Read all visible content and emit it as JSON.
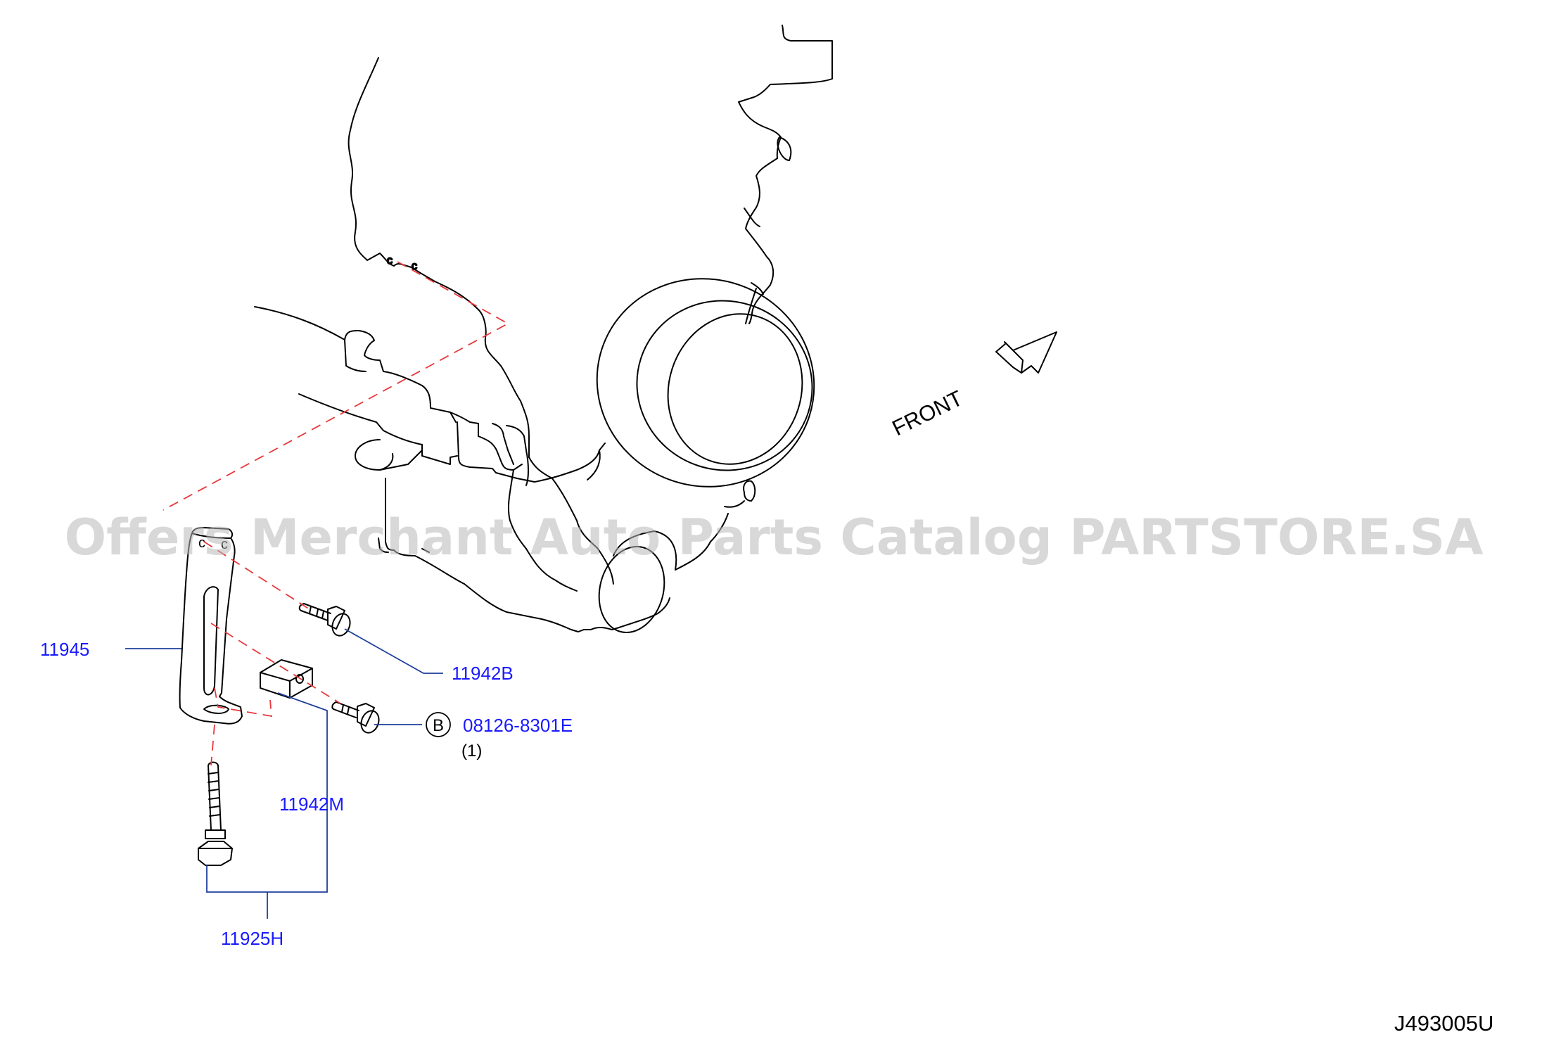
{
  "watermark": "Offers Merchant Auto Parts Catalog PARTSTORE.SA",
  "diagram_id": "J493005U",
  "front_label": "FRONT",
  "parts": [
    {
      "id": "p1",
      "number": "11945"
    },
    {
      "id": "p2",
      "number": "11942B"
    },
    {
      "id": "p3",
      "number": "08126-8301E",
      "marker": "B",
      "qty": "(1)"
    },
    {
      "id": "p4",
      "number": "11942M"
    },
    {
      "id": "p5",
      "number": "11925H"
    }
  ],
  "colors": {
    "label": "#1a1aff",
    "leader": "#1f3f9c",
    "dashed_guide": "#e8383b",
    "outline": "#000000",
    "watermark": "#b8b8b8"
  },
  "icons": [
    "front-arrow-icon",
    "circled-b-marker-icon"
  ]
}
